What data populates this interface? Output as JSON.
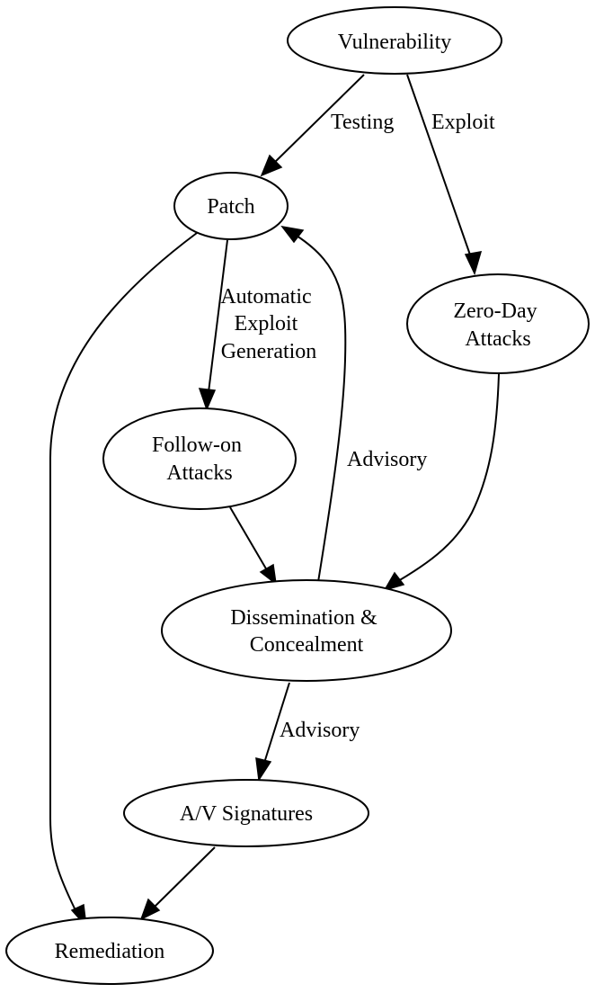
{
  "diagram": {
    "type": "directed-graph",
    "nodes": {
      "vulnerability": [
        "Vulnerability"
      ],
      "patch": [
        "Patch"
      ],
      "zero_day": [
        "Zero-Day",
        "Attacks"
      ],
      "follow_on": [
        "Follow-on",
        "Attacks"
      ],
      "dissemination": [
        "Dissemination &",
        "Concealment"
      ],
      "av_signatures": [
        "A/V Signatures"
      ],
      "remediation": [
        "Remediation"
      ]
    },
    "edges": [
      {
        "from": "Vulnerability",
        "to": "Patch",
        "label": [
          "Testing"
        ]
      },
      {
        "from": "Vulnerability",
        "to": "Zero-Day Attacks",
        "label": [
          "Exploit"
        ]
      },
      {
        "from": "Patch",
        "to": "Follow-on Attacks",
        "label": [
          "Automatic",
          "Exploit",
          "Generation"
        ]
      },
      {
        "from": "Patch",
        "to": "Remediation",
        "label": []
      },
      {
        "from": "Zero-Day Attacks",
        "to": "Dissemination & Concealment",
        "label": []
      },
      {
        "from": "Follow-on Attacks",
        "to": "Dissemination & Concealment",
        "label": []
      },
      {
        "from": "Dissemination & Concealment",
        "to": "Patch",
        "label": [
          "Advisory"
        ]
      },
      {
        "from": "Dissemination & Concealment",
        "to": "A/V Signatures",
        "label": [
          "Advisory"
        ]
      },
      {
        "from": "A/V Signatures",
        "to": "Remediation",
        "label": []
      }
    ],
    "edge_labels": {
      "testing": "Testing",
      "exploit": "Exploit",
      "aeg": [
        "Automatic",
        "Exploit",
        "Generation"
      ],
      "advisory_patch": "Advisory",
      "advisory_av": "Advisory"
    }
  }
}
